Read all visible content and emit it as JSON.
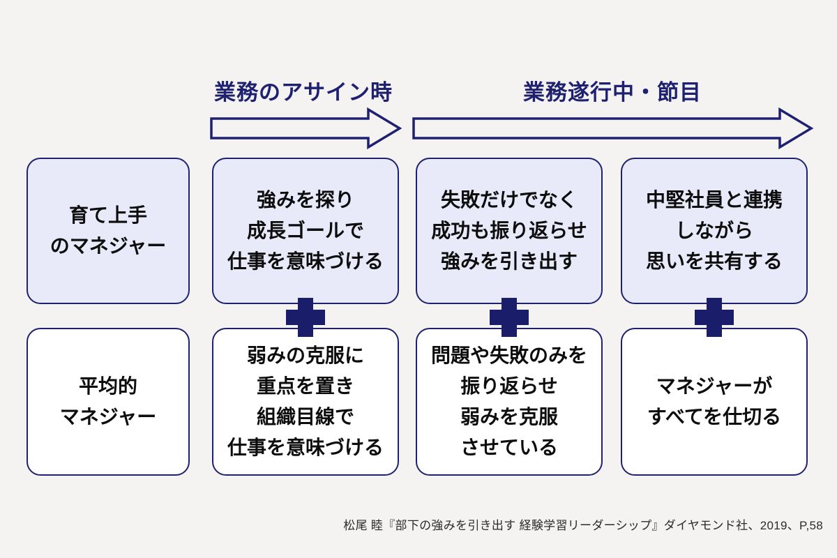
{
  "colors": {
    "background": "#f5f3f1",
    "navy_accent": "#1e2070",
    "top_row_box_fill": "#e8eaf9",
    "bottom_row_box_fill": "#ffffff",
    "body_text": "#0d0d0d"
  },
  "phases": [
    {
      "label": "業務のアサイン時"
    },
    {
      "label": "業務遂行中・節目"
    }
  ],
  "rows": [
    {
      "id": "good-manager",
      "label": "育て上手\nのマネジャー",
      "cells": [
        "強みを探り\n成長ゴールで\n仕事を意味づける",
        "失敗だけでなく\n成功も振り返らせ\n強みを引き出す",
        "中堅社員と連携\nしながら\n思いを共有する"
      ]
    },
    {
      "id": "average-manager",
      "label": "平均的\nマネジャー",
      "cells": [
        "弱みの克服に\n重点を置き\n組織目線で\n仕事を意味づける",
        "問題や失敗のみを\n振り返らせ\n弱みを克服\nさせている",
        "マネジャーが\nすべてを仕切る"
      ]
    }
  ],
  "citation": "松尾 睦『部下の強みを引き出す 経験学習リーダーシップ』ダイヤモンド社、2019、P,58"
}
